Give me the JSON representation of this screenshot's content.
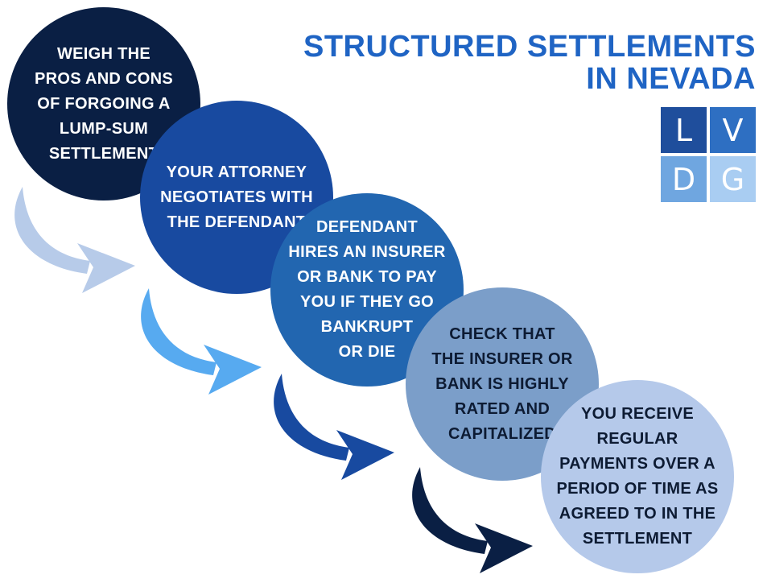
{
  "title": {
    "line1": "STRUCTURED SETTLEMENTS",
    "line2": "IN NEVADA"
  },
  "logo": {
    "letters": [
      "L",
      "V",
      "D",
      "G"
    ],
    "colors": [
      "#1f4e9c",
      "#2e6fc2",
      "#6fa6e0",
      "#a9cdf2"
    ]
  },
  "steps": [
    {
      "text": "WEIGH THE\nPROS AND CONS\nOF FORGOING A\nLUMP-SUM\nSETTLEMENT",
      "bg": "#0a1f44",
      "fg": "#ffffff"
    },
    {
      "text": "YOUR ATTORNEY\nNEGOTIATES WITH\nTHE DEFENDANT",
      "bg": "#184aa0",
      "fg": "#ffffff"
    },
    {
      "text": "DEFENDANT\nHIRES AN INSURER\nOR BANK TO PAY\nYOU IF THEY GO\nBANKRUPT\nOR DIE",
      "bg": "#2266b0",
      "fg": "#ffffff"
    },
    {
      "text": "CHECK THAT\nTHE INSURER OR\nBANK IS HIGHLY\nRATED AND\nCAPITALIZED",
      "bg": "#7b9ec9",
      "fg": "#0d1b33"
    },
    {
      "text": "YOU RECEIVE\nREGULAR\nPAYMENTS OVER A\nPERIOD OF TIME AS\nAGREED TO IN THE\nSETTLEMENT",
      "bg": "#b5c9ea",
      "fg": "#0d1b33"
    }
  ],
  "arrow_colors": [
    "#b7cbe9",
    "#57aaf0",
    "#184aa0",
    "#0a1f44"
  ]
}
